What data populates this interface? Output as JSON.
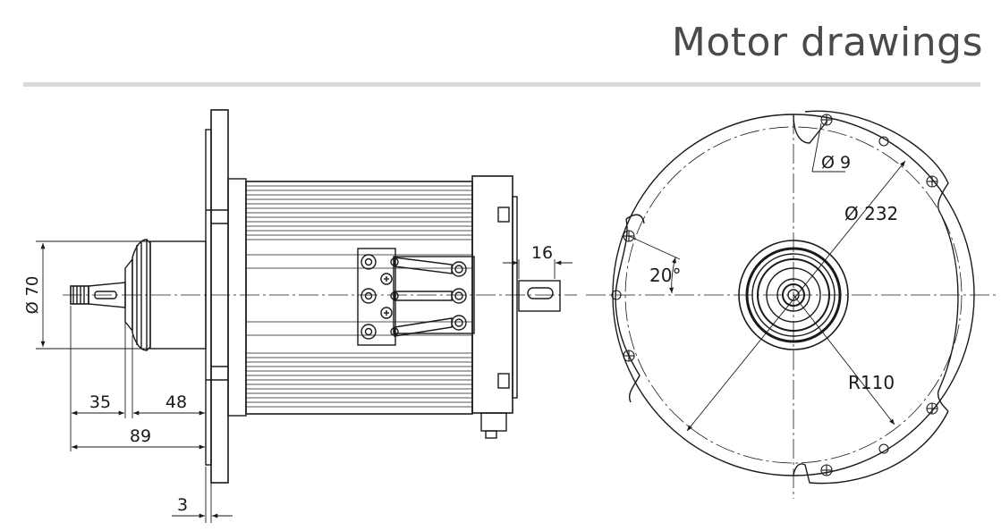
{
  "header": {
    "title": "Motor drawings"
  },
  "side_view": {
    "dim_diameter": "Ø 70",
    "dim_35": "35",
    "dim_48": "48",
    "dim_89": "89",
    "dim_3": "3",
    "dim_16": "16"
  },
  "front_view": {
    "dim_hole": "Ø 9",
    "dim_pcd": "Ø 232",
    "dim_angle": "20°",
    "dim_radius": "R110"
  },
  "colors": {
    "ink": "#1a1a1a",
    "title": "#4a4a4a",
    "rule": "#d9d9d9"
  }
}
